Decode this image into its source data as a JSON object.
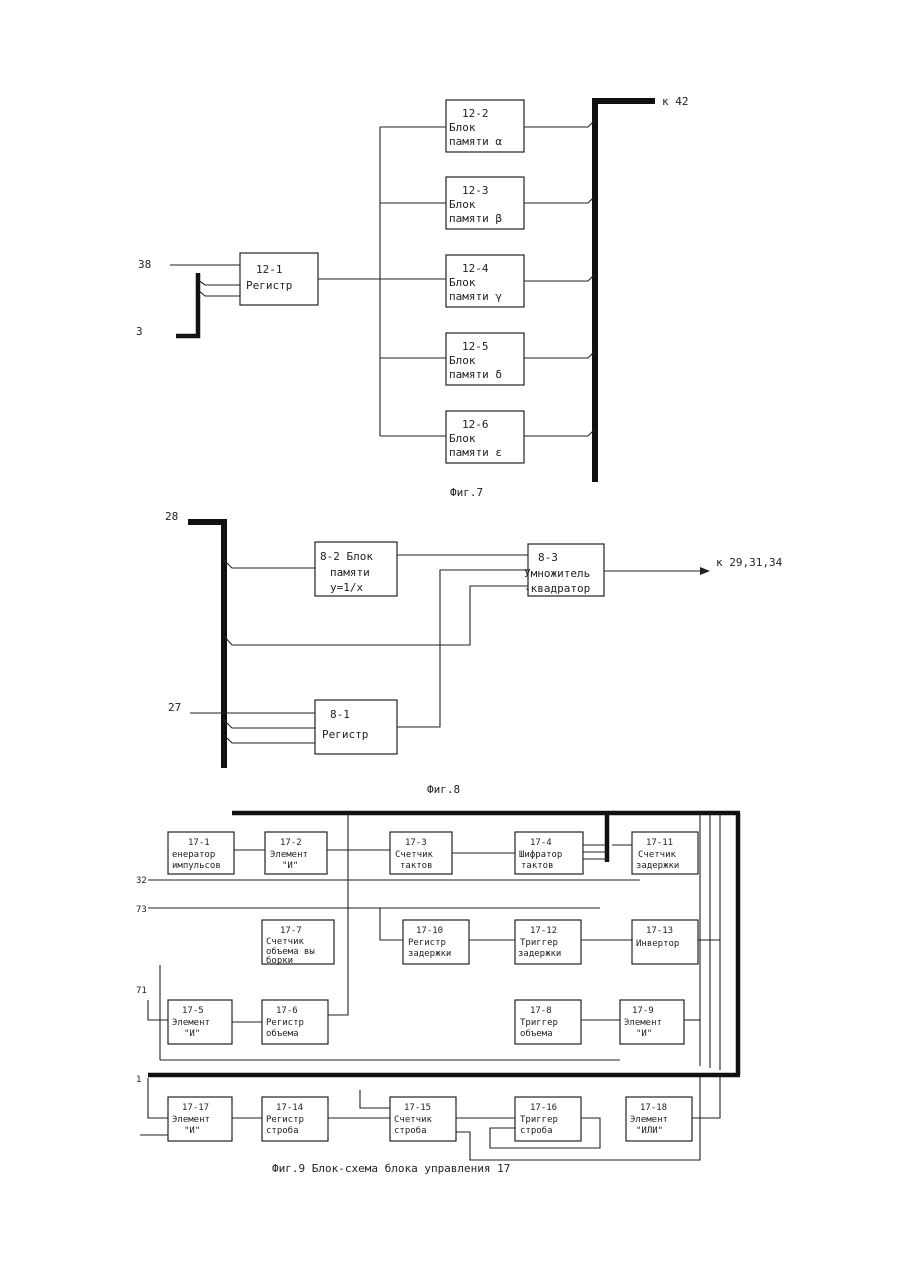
{
  "fig7": {
    "caption": "Фиг.7",
    "input_top": "38",
    "input_bottom": "3",
    "output": "к 42",
    "reg": {
      "num": "12-1",
      "l1": "Регистр"
    },
    "mem": [
      {
        "num": "12-2",
        "l1": "Блок",
        "l2": "памяти α"
      },
      {
        "num": "12-3",
        "l1": "Блок",
        "l2": "памяти β"
      },
      {
        "num": "12-4",
        "l1": "Блок",
        "l2": "памяти γ"
      },
      {
        "num": "12-5",
        "l1": "Блок",
        "l2": "памяти δ"
      },
      {
        "num": "12-6",
        "l1": "Блок",
        "l2": "памяти ε"
      }
    ]
  },
  "fig8": {
    "caption": "Фиг.8",
    "bus_label": "28",
    "input_label": "27",
    "output": "к 29,31,34",
    "mem": {
      "l1": "8-2 Блок",
      "l2": "памяти",
      "l3": "y=1/x"
    },
    "mul": {
      "l1": "8-3",
      "l2": "Умножитель",
      "l3": "-квадратор"
    },
    "reg": {
      "l1": "8-1",
      "l2": "Регистр"
    }
  },
  "fig9": {
    "caption": "Фиг.9 Блок-схема блока управления 17",
    "inputs": [
      "32",
      "73",
      "71",
      "1"
    ],
    "blocks": {
      "b17_1": {
        "num": "17-1",
        "l1": "енератор",
        "l2": "импульсов"
      },
      "b17_2": {
        "num": "17-2",
        "l1": "Элемент",
        "l2": "\"И\""
      },
      "b17_3": {
        "num": "17-3",
        "l1": "Счетчик",
        "l2": "тактов"
      },
      "b17_4": {
        "num": "17-4",
        "l1": "Шифратор",
        "l2": "тактов"
      },
      "b17_11": {
        "num": "17-11",
        "l1": "Счетчик",
        "l2": "задержки"
      },
      "b17_7": {
        "num": "17-7",
        "l1": "Счетчик",
        "l2": "объема вы",
        "l3": "борки"
      },
      "b17_10": {
        "num": "17-10",
        "l1": "Регистр",
        "l2": "задержки"
      },
      "b17_12": {
        "num": "17-12",
        "l1": "Триггер",
        "l2": "задержки"
      },
      "b17_13": {
        "num": "17-13",
        "l1": "Инвертор",
        "l2": ""
      },
      "b17_5": {
        "num": "17-5",
        "l1": "Элемент",
        "l2": "\"И\""
      },
      "b17_6": {
        "num": "17-6",
        "l1": "Регистр",
        "l2": "объема"
      },
      "b17_8": {
        "num": "17-8",
        "l1": "Триггер",
        "l2": "объема"
      },
      "b17_9": {
        "num": "17-9",
        "l1": "Элемент",
        "l2": "\"И\""
      },
      "b17_17": {
        "num": "17-17",
        "l1": "Элемент",
        "l2": "\"И\""
      },
      "b17_14": {
        "num": "17-14",
        "l1": "Регистр",
        "l2": "строба"
      },
      "b17_15": {
        "num": "17-15",
        "l1": "Счетчик",
        "l2": "строба"
      },
      "b17_16": {
        "num": "17-16",
        "l1": "Триггер",
        "l2": "строба"
      },
      "b17_18": {
        "num": "17-18",
        "l1": "Элемент",
        "l2": "\"ИЛИ\""
      }
    }
  }
}
